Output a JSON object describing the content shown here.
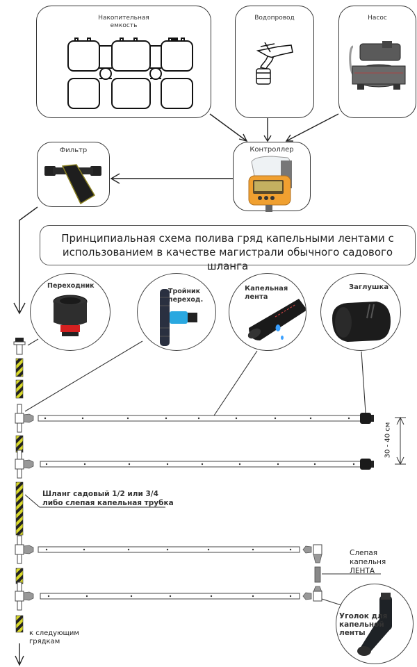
{
  "sources": {
    "tank": {
      "label": "Накопительная емкость"
    },
    "water_main": {
      "label": "Водопровод"
    },
    "pump": {
      "label": "Насос"
    }
  },
  "controller": {
    "label": "Контроллер"
  },
  "filter": {
    "label": "Фильтр"
  },
  "caption": {
    "line1": "Принципиальная схема полива гряд капельными лентами с",
    "line2": "использованием в качестве магистрали обычного садового шланга"
  },
  "parts": {
    "adapter": {
      "label": "Переходник"
    },
    "tee": {
      "label_line1": "Тройник",
      "label_line2": "переход."
    },
    "drip_tape": {
      "label_line1": "Капельная",
      "label_line2": "лента"
    },
    "end_plug": {
      "label": "Заглушка"
    },
    "elbow": {
      "label_line1": "Уголок для",
      "label_line2": "капельной",
      "label_line3": "ленты"
    }
  },
  "annotations": {
    "spacing": "30 - 40 см",
    "hose_line1": "Шланг садовый 1/2 или 3/4",
    "hose_line2": "либо слепая капельная трубка",
    "blind_tape_line1": "Слепая",
    "blind_tape_line2": "капельня",
    "blind_tape_line3": "ЛЕНТА",
    "next_beds_line1": "к следующим",
    "next_beds_line2": "грядкам"
  },
  "colors": {
    "outline": "#333333",
    "hose_yellow": "#d8d82a",
    "hose_dark": "#222222",
    "controller_orange": "#f0a030",
    "tee_blue": "#2aa8e0",
    "adapter_red": "#e02020"
  }
}
